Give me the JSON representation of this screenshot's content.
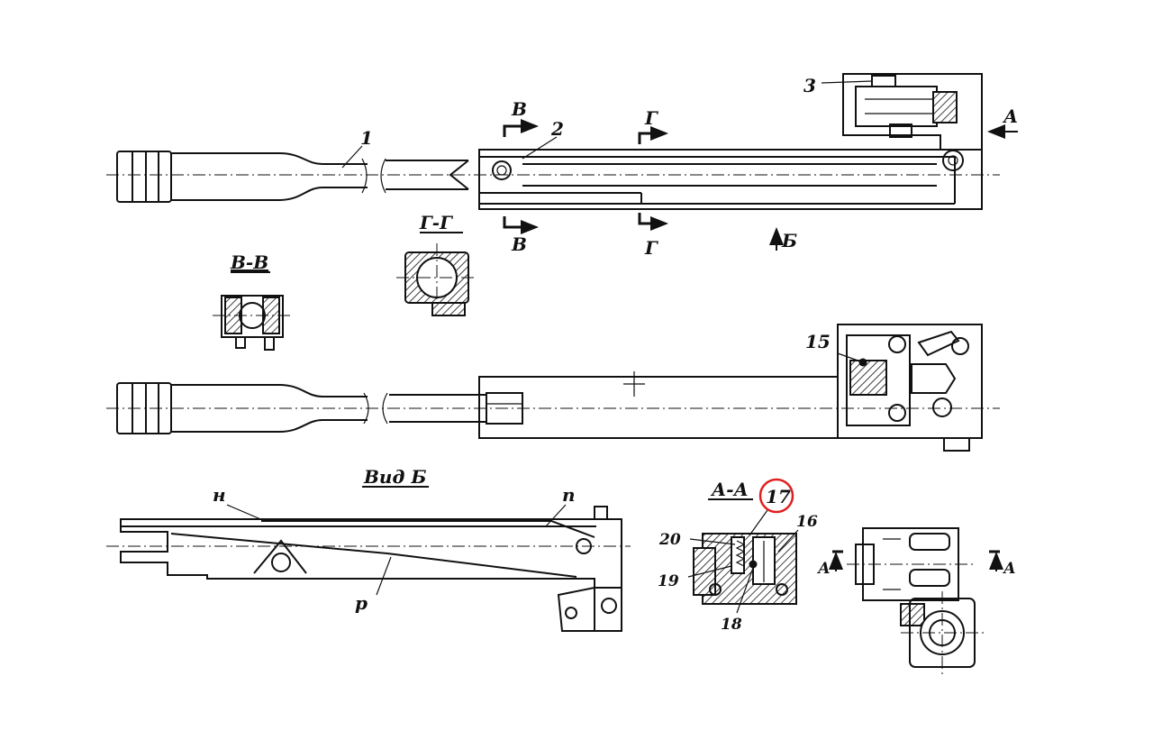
{
  "labels": {
    "part_1": "1",
    "part_2": "2",
    "part_3": "3",
    "part_15": "15",
    "part_16": "16",
    "part_17": "17",
    "part_18": "18",
    "part_19": "19",
    "part_20": "20",
    "letter_n": "н",
    "letter_p": "п",
    "letter_r": "р"
  },
  "sections": {
    "v_top": "В",
    "v_bottom": "В",
    "g_top": "Г",
    "g_bottom": "Г",
    "a_arrow": "А",
    "b_arrow": "Б",
    "vv_title": "В-В",
    "gg_title": "Г-Г",
    "view_b_title": "Вид Б",
    "aa_title": "А-А",
    "a_left": "А",
    "a_right": "А"
  },
  "highlight": {
    "color": "#e02020",
    "target": "17"
  }
}
